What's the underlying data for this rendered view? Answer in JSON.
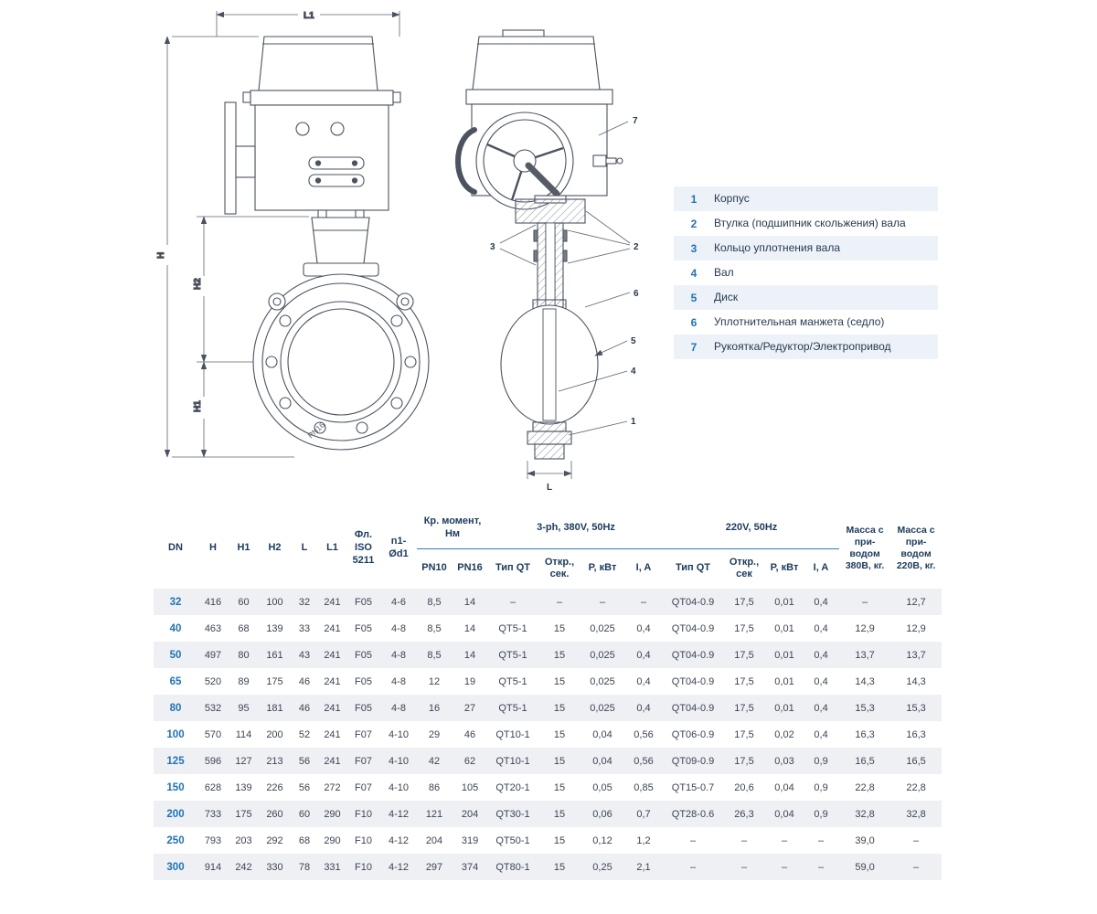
{
  "drawing": {
    "dims": {
      "l1": "L1",
      "h": "H",
      "h1": "H1",
      "h2": "H2",
      "l": "L"
    },
    "body_mark": "PN16",
    "callouts": {
      "c1": "1",
      "c2": "2",
      "c3": "3",
      "c4": "4",
      "c5": "5",
      "c6": "6",
      "c7": "7"
    }
  },
  "legend": {
    "items": [
      {
        "num": "1",
        "label": "Корпус"
      },
      {
        "num": "2",
        "label": "Втулка (подшипник скольжения) вала"
      },
      {
        "num": "3",
        "label": "Кольцо уплотнения вала"
      },
      {
        "num": "4",
        "label": "Вал"
      },
      {
        "num": "5",
        "label": "Диск"
      },
      {
        "num": "6",
        "label": "Уплотнительная манжета (седло)"
      },
      {
        "num": "7",
        "label": "Рукоятка/Редуктор/Электропривод"
      }
    ]
  },
  "table": {
    "col_headers": [
      "DN",
      "H",
      "H1",
      "H2",
      "L",
      "L1",
      "Фл. ISO 5211",
      "n1- Ød1"
    ],
    "groups": [
      {
        "label": "Кр. момент, Нм",
        "cols": [
          "PN10",
          "PN16"
        ]
      },
      {
        "label": "3-ph, 380V, 50Hz",
        "cols": [
          "Тип QT",
          "Откр., сек.",
          "P, кВт",
          "I, A"
        ]
      },
      {
        "label": "220V, 50Hz",
        "cols": [
          "Тип QT",
          "Откр., сек",
          "P, кВт",
          "I, A"
        ]
      }
    ],
    "mass_headers": [
      "Масса с при-водом 380В, кг.",
      "Масса с при-водом 220В, кг."
    ],
    "rows": [
      [
        "32",
        "416",
        "60",
        "100",
        "32",
        "241",
        "F05",
        "4-6",
        "8,5",
        "14",
        "–",
        "–",
        "–",
        "–",
        "QT04-0.9",
        "17,5",
        "0,01",
        "0,4",
        "–",
        "12,7"
      ],
      [
        "40",
        "463",
        "68",
        "139",
        "33",
        "241",
        "F05",
        "4-8",
        "8,5",
        "14",
        "QT5-1",
        "15",
        "0,025",
        "0,4",
        "QT04-0.9",
        "17,5",
        "0,01",
        "0,4",
        "12,9",
        "12,9"
      ],
      [
        "50",
        "497",
        "80",
        "161",
        "43",
        "241",
        "F05",
        "4-8",
        "8,5",
        "14",
        "QT5-1",
        "15",
        "0,025",
        "0,4",
        "QT04-0.9",
        "17,5",
        "0,01",
        "0,4",
        "13,7",
        "13,7"
      ],
      [
        "65",
        "520",
        "89",
        "175",
        "46",
        "241",
        "F05",
        "4-8",
        "12",
        "19",
        "QT5-1",
        "15",
        "0,025",
        "0,4",
        "QT04-0.9",
        "17,5",
        "0,01",
        "0,4",
        "14,3",
        "14,3"
      ],
      [
        "80",
        "532",
        "95",
        "181",
        "46",
        "241",
        "F05",
        "4-8",
        "16",
        "27",
        "QT5-1",
        "15",
        "0,025",
        "0,4",
        "QT04-0.9",
        "17,5",
        "0,01",
        "0,4",
        "15,3",
        "15,3"
      ],
      [
        "100",
        "570",
        "114",
        "200",
        "52",
        "241",
        "F07",
        "4-10",
        "29",
        "46",
        "QT10-1",
        "15",
        "0,04",
        "0,56",
        "QT06-0.9",
        "17,5",
        "0,02",
        "0,4",
        "16,3",
        "16,3"
      ],
      [
        "125",
        "596",
        "127",
        "213",
        "56",
        "241",
        "F07",
        "4-10",
        "42",
        "62",
        "QT10-1",
        "15",
        "0,04",
        "0,56",
        "QT09-0.9",
        "17,5",
        "0,03",
        "0,9",
        "16,5",
        "16,5"
      ],
      [
        "150",
        "628",
        "139",
        "226",
        "56",
        "272",
        "F07",
        "4-10",
        "86",
        "105",
        "QT20-1",
        "15",
        "0,05",
        "0,85",
        "QT15-0.7",
        "20,6",
        "0,04",
        "0,9",
        "22,8",
        "22,8"
      ],
      [
        "200",
        "733",
        "175",
        "260",
        "60",
        "290",
        "F10",
        "4-12",
        "121",
        "204",
        "QT30-1",
        "15",
        "0,06",
        "0,7",
        "QT28-0.6",
        "26,3",
        "0,04",
        "0,9",
        "32,8",
        "32,8"
      ],
      [
        "250",
        "793",
        "203",
        "292",
        "68",
        "290",
        "F10",
        "4-12",
        "204",
        "319",
        "QT50-1",
        "15",
        "0,12",
        "1,2",
        "–",
        "–",
        "–",
        "–",
        "39,0",
        "–"
      ],
      [
        "300",
        "914",
        "242",
        "330",
        "78",
        "331",
        "F10",
        "4-12",
        "297",
        "374",
        "QT80-1",
        "15",
        "0,25",
        "2,1",
        "–",
        "–",
        "–",
        "–",
        "59,0",
        "–"
      ]
    ]
  }
}
